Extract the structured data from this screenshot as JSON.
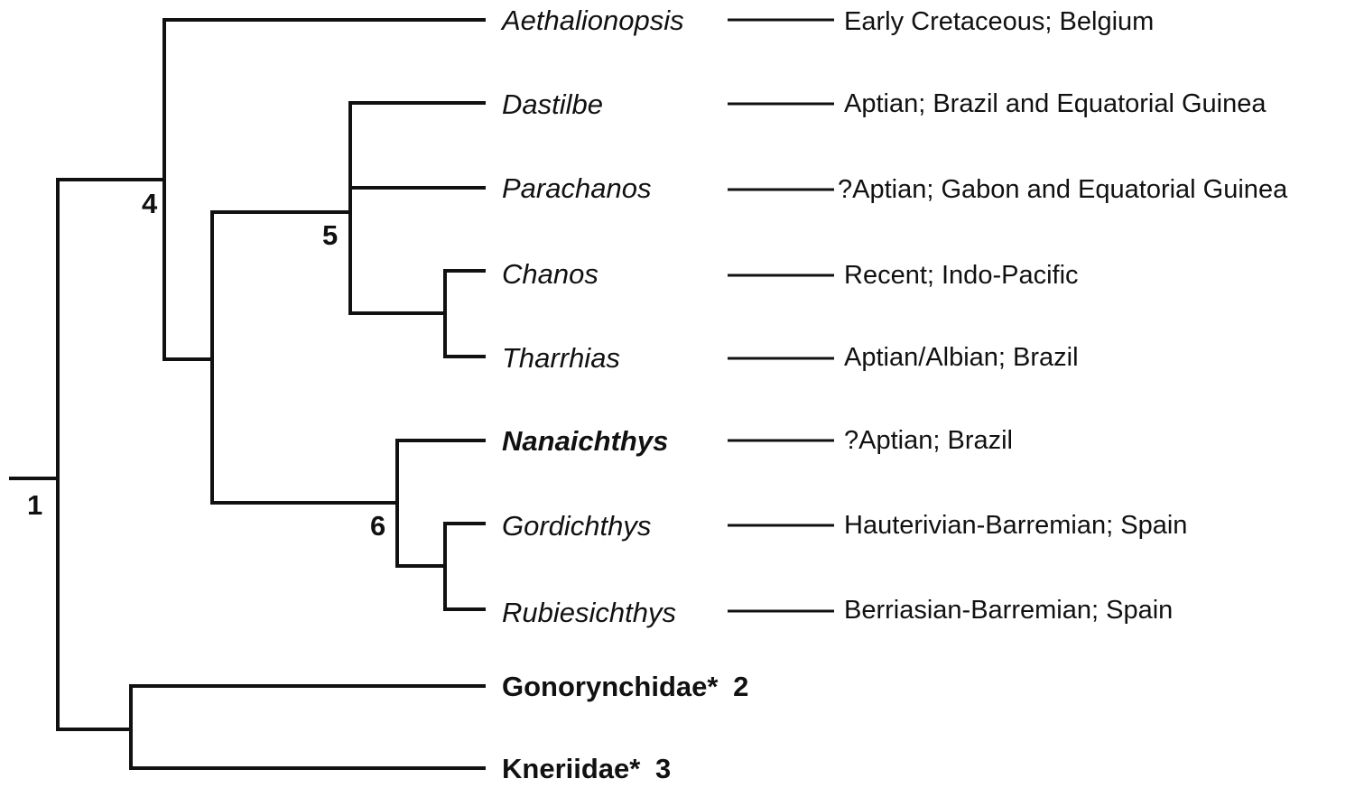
{
  "taxa": [
    {
      "name": "Aethalionopsis",
      "range": "Early Cretaceous; Belgium",
      "emphasis": false
    },
    {
      "name": "Dastilbe",
      "range": "Aptian; Brazil and Equatorial Guinea",
      "emphasis": false
    },
    {
      "name": "Parachanos",
      "range": "?Aptian; Gabon and Equatorial Guinea",
      "emphasis": false
    },
    {
      "name": "Chanos",
      "range": "Recent; Indo-Pacific",
      "emphasis": false
    },
    {
      "name": "Tharrhias",
      "range": "Aptian/Albian; Brazil",
      "emphasis": false
    },
    {
      "name": "Nanaichthys",
      "range": "?Aptian; Brazil",
      "emphasis": true
    },
    {
      "name": "Gordichthys",
      "range": "Hauterivian-Barremian; Spain",
      "emphasis": false
    },
    {
      "name": "Rubiesichthys",
      "range": "Berriasian-Barremian; Spain",
      "emphasis": false
    }
  ],
  "groups": [
    {
      "name": "Gonorynchidae*",
      "node": "2"
    },
    {
      "name": "Kneriidae*",
      "node": "3"
    }
  ],
  "nodes": {
    "n1": "1",
    "n4": "4",
    "n5": "5",
    "n6": "6"
  }
}
